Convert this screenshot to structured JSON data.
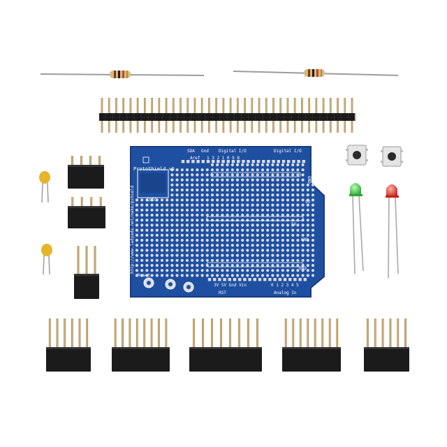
{
  "scene": {
    "description_items": [
      "resistor",
      "resistor",
      "male-header-strip",
      "protoshield-pcb",
      "capacitor",
      "capacitor",
      "stacking-header-4pin",
      "stacking-header-4pin",
      "right-angle-header-3pin",
      "tactile-button",
      "tactile-button",
      "green-led",
      "red-led",
      "stacking-header-6pin",
      "stacking-header-8pin",
      "stacking-header-8pin",
      "stacking-header-8pin",
      "stacking-header-6pin"
    ]
  },
  "pcb": {
    "title": "ProtoShield v6",
    "url": "http://www.ladyada.net/make/pshield",
    "soic": "SOIC",
    "reset": "Reset",
    "sda": "SDA",
    "gnd_top": "Gnd",
    "digital_io_1": "Digital I/O",
    "digital_io_2": "Digital I/O",
    "aref": "Aref",
    "gnd_right_1": "GND",
    "five_v_1": "5V",
    "five_v_2": "5V",
    "gnd_right_2": "GND",
    "gnd_right_3": "GND",
    "rst": "RST",
    "power_pins": "3V  5V  Gnd  Vin",
    "analog_in": "Analog In",
    "analog_nums": "0 1 2 3 4 5",
    "digital_nums": "1 3 2 1 0 9 8"
  },
  "colors": {
    "pcb_blue": "#1f4fa0",
    "pcb_dark": "#173c7e",
    "pad_silver": "#d9dde3",
    "header_black": "#1b1b1b",
    "pin_gold": "#c9a25a",
    "led_green": "#3fcf45",
    "led_red": "#e23a2a",
    "cap_yellow": "#e7b52b"
  }
}
